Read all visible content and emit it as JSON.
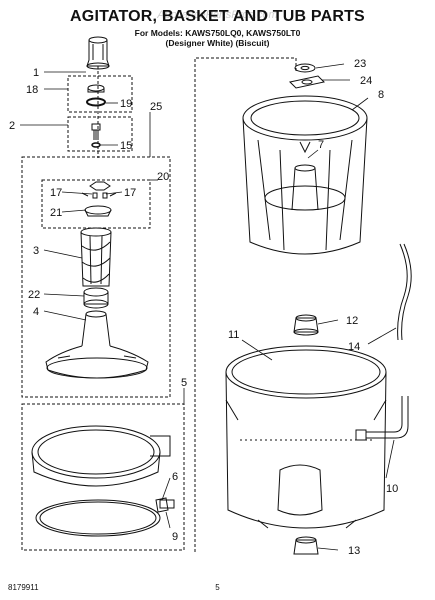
{
  "header": {
    "title": "AGITATOR, BASKET AND TUB PARTS",
    "models_line": "For Models: KAWS750LQ0, KAWS750LT0",
    "colors_line": "(Designer White)     (Biscuit)",
    "watermark": "AppliancePartsPros.com"
  },
  "callouts": [
    "1",
    "18",
    "19",
    "2",
    "15",
    "25",
    "17",
    "17",
    "20",
    "21",
    "3",
    "22",
    "4",
    "5",
    "6",
    "9",
    "23",
    "24",
    "8",
    "7",
    "12",
    "14",
    "11",
    "10",
    "13"
  ],
  "footer": {
    "part_number": "8179911",
    "page_number": "5"
  }
}
